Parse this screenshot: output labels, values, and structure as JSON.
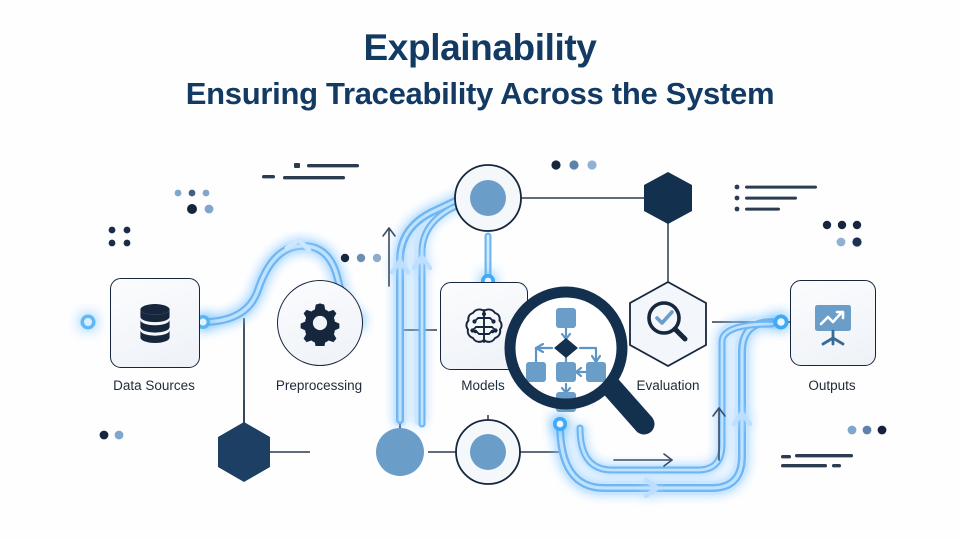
{
  "title": {
    "main": "Explainability",
    "sub": "Ensuring Traceability Across the System"
  },
  "colors": {
    "title": "#123a63",
    "navy": "#16263c",
    "navy_deep": "#14304f",
    "steel_blue": "#6b9dc9",
    "flow_blue": "#57a5f0",
    "flow_glow": "#8ecbff",
    "label": "#1e2a3a",
    "card_fill": "#f2f5f9",
    "background": "#fefeff"
  },
  "pipeline": {
    "nodes": [
      {
        "id": "data-sources",
        "label": "Data Sources",
        "icon": "database-icon",
        "shape": "rounded-square"
      },
      {
        "id": "preprocessing",
        "label": "Preprocessing",
        "icon": "gear-icon",
        "shape": "circle"
      },
      {
        "id": "models",
        "label": "Models",
        "icon": "brain-circuit-icon",
        "shape": "rounded-square"
      },
      {
        "id": "evaluation",
        "label": "Evaluation",
        "icon": "magnifier-check-icon",
        "shape": "hexagon"
      },
      {
        "id": "outputs",
        "label": "Outputs",
        "icon": "presentation-chart-icon",
        "shape": "rounded-square"
      }
    ]
  },
  "overlay": {
    "magnifier": {
      "icon": "magnifier-flowchart-icon",
      "contains": "flowchart-diagram-icon"
    }
  },
  "decorations": {
    "hexagons": [
      "hexagon-top-right",
      "hexagon-bottom-left"
    ],
    "circles": [
      "circle-node-top",
      "circle-node-bottom-solid",
      "circle-node-bottom-ring"
    ],
    "dot_clusters": [
      "dots-upper-left",
      "dots-mid-left",
      "dots-left-low",
      "dots-above-models",
      "dots-center-top",
      "dots-right-upper",
      "dots-right-lower",
      "dots-bottom-left",
      "dots-bottom-right"
    ],
    "dash_marks": [
      "dashes-top-left",
      "dashes-bottom-right"
    ],
    "bullet_list": "bullet-list-decoration",
    "arrows": [
      "arrow-up-left",
      "arrow-up-right",
      "arrow-right-bottom"
    ]
  }
}
